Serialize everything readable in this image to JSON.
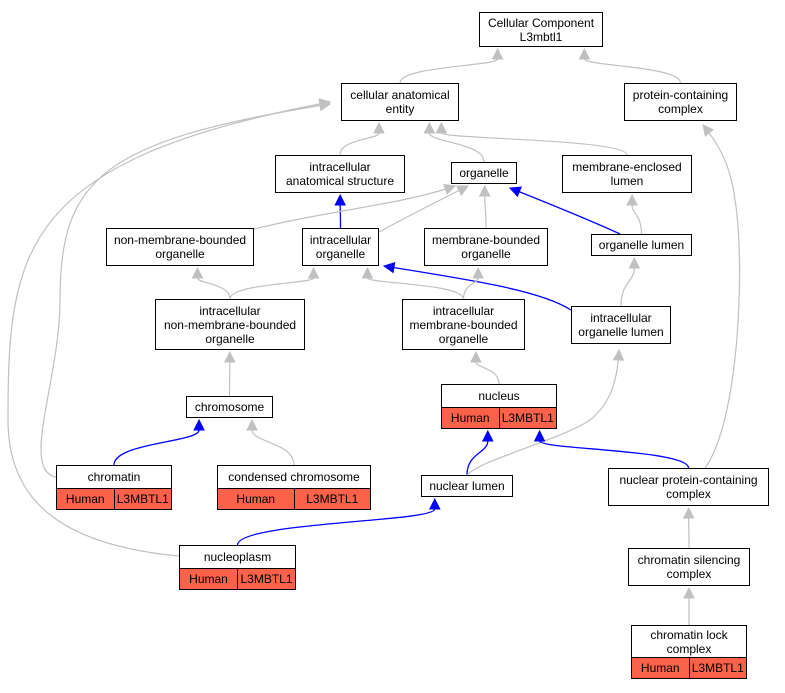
{
  "colors": {
    "edge_default": "#c0c0c0",
    "edge_highlight": "#0000ff",
    "annotation_fill": "#fb6249"
  },
  "nodes": {
    "root": {
      "label": "Cellular Component\nL3mbtl1"
    },
    "cae": {
      "label": "cellular anatomical\nentity"
    },
    "pcc": {
      "label": "protein-containing\ncomplex"
    },
    "ias": {
      "label": "intracellular\nanatomical structure"
    },
    "org": {
      "label": "organelle"
    },
    "mel": {
      "label": "membrane-enclosed\nlumen"
    },
    "nmbo": {
      "label": "non-membrane-bounded\norganelle"
    },
    "io": {
      "label": "intracellular\norganelle"
    },
    "mbo": {
      "label": "membrane-bounded\norganelle"
    },
    "ol": {
      "label": "organelle lumen"
    },
    "inmbo": {
      "label": "intracellular\nnon-membrane-bounded\norganelle"
    },
    "imbo": {
      "label": "intracellular\nmembrane-bounded\norganelle"
    },
    "iol": {
      "label": "intracellular\norganelle lumen"
    },
    "nucleus": {
      "label": "nucleus",
      "annotation": [
        "Human",
        "L3MBTL1"
      ]
    },
    "chromosome": {
      "label": "chromosome"
    },
    "chromatin": {
      "label": "chromatin",
      "annotation": [
        "Human",
        "L3MBTL1"
      ]
    },
    "cond": {
      "label": "condensed chromosome",
      "annotation": [
        "Human",
        "L3MBTL1"
      ]
    },
    "nl": {
      "label": "nuclear lumen"
    },
    "npcc": {
      "label": "nuclear protein-containing\ncomplex"
    },
    "np": {
      "label": "nucleoplasm",
      "annotation": [
        "Human",
        "L3MBTL1"
      ]
    },
    "csc": {
      "label": "chromatin silencing\ncomplex"
    },
    "clc": {
      "label": "chromatin lock\ncomplex",
      "annotation": [
        "Human",
        "L3MBTL1"
      ]
    }
  },
  "edges": [
    {
      "from": "cae",
      "to": "root",
      "highlight": false
    },
    {
      "from": "pcc",
      "to": "root",
      "highlight": false
    },
    {
      "from": "ias",
      "to": "cae",
      "highlight": false
    },
    {
      "from": "org",
      "to": "cae",
      "highlight": false
    },
    {
      "from": "mel",
      "to": "cae",
      "highlight": false
    },
    {
      "from": "io",
      "to": "ias",
      "highlight": true
    },
    {
      "from": "nmbo",
      "to": "org",
      "highlight": false
    },
    {
      "from": "io",
      "to": "org",
      "highlight": false
    },
    {
      "from": "mbo",
      "to": "org",
      "highlight": false
    },
    {
      "from": "ol",
      "to": "org",
      "highlight": true
    },
    {
      "from": "ol",
      "to": "mel",
      "highlight": false
    },
    {
      "from": "inmbo",
      "to": "nmbo",
      "highlight": false
    },
    {
      "from": "inmbo",
      "to": "io",
      "highlight": false
    },
    {
      "from": "imbo",
      "to": "io",
      "highlight": false
    },
    {
      "from": "iol",
      "to": "io",
      "highlight": true
    },
    {
      "from": "imbo",
      "to": "mbo",
      "highlight": false
    },
    {
      "from": "iol",
      "to": "ol",
      "highlight": false
    },
    {
      "from": "nucleus",
      "to": "imbo",
      "highlight": false
    },
    {
      "from": "chromosome",
      "to": "inmbo",
      "highlight": false
    },
    {
      "from": "chromatin",
      "to": "chromosome",
      "highlight": true
    },
    {
      "from": "chromatin",
      "to": "cae",
      "highlight": false
    },
    {
      "from": "cond",
      "to": "chromosome",
      "highlight": false
    },
    {
      "from": "nl",
      "to": "nucleus",
      "highlight": true
    },
    {
      "from": "nl",
      "to": "iol",
      "highlight": false
    },
    {
      "from": "npcc",
      "to": "nucleus",
      "highlight": true
    },
    {
      "from": "npcc",
      "to": "pcc",
      "highlight": false
    },
    {
      "from": "np",
      "to": "nl",
      "highlight": true
    },
    {
      "from": "np",
      "to": "cae",
      "highlight": false
    },
    {
      "from": "csc",
      "to": "npcc",
      "highlight": false
    },
    {
      "from": "clc",
      "to": "csc",
      "highlight": false
    }
  ]
}
